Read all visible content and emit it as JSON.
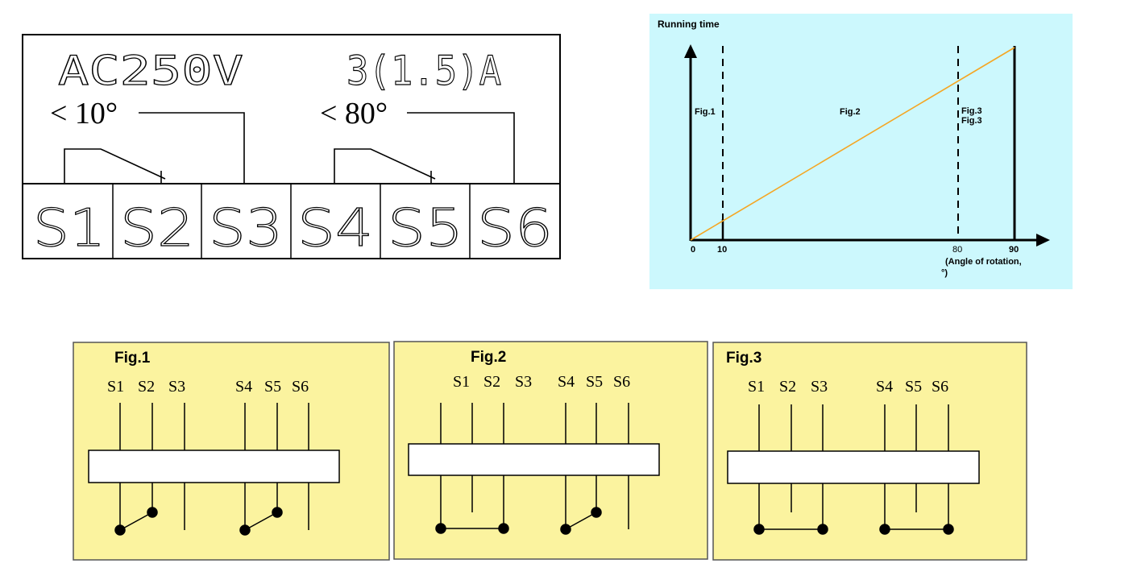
{
  "terminal_block": {
    "voltage": "AC250V",
    "current": "3(1.5)A",
    "angle_left": "< 10°",
    "angle_right": "< 80°",
    "terminals": [
      "S1",
      "S2",
      "S3",
      "S4",
      "S5",
      "S6"
    ]
  },
  "timing_chart": {
    "y_label": "Running time",
    "x_label_line1": "(Angle of rotation,",
    "x_label_line2": "°)",
    "tick_labels": {
      "t0": "0",
      "t10": "10",
      "t80": "80",
      "t90": "90"
    },
    "region_fig1": "Fig.1",
    "region_fig2": "Fig.2",
    "region_fig3a": "Fig.3",
    "region_fig3b": "Fig.3",
    "background_color": "#ccf8fd",
    "line_color": "#f5a623"
  },
  "figures": [
    {
      "title": "Fig.1",
      "labels": [
        "S1",
        "S2",
        "S3",
        "S4",
        "S5",
        "S6"
      ]
    },
    {
      "title": "Fig.2",
      "labels": [
        "S1",
        "S2",
        "S3",
        "S4",
        "S5",
        "S6"
      ]
    },
    {
      "title": "Fig.3",
      "labels": [
        "S1",
        "S2",
        "S3",
        "S4",
        "S5",
        "S6"
      ]
    }
  ],
  "figure_background": "#fbf39f"
}
